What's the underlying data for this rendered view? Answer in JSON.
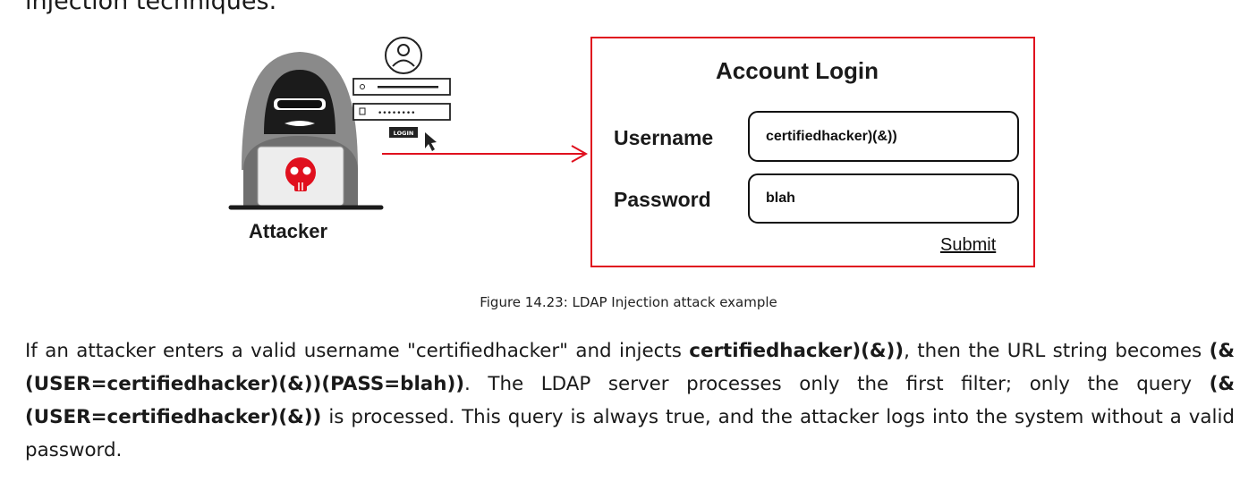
{
  "top_text": "injection techniques.",
  "figure": {
    "attacker_label": "Attacker",
    "login_button_text": "LOGIN",
    "login_form": {
      "title": "Account Login",
      "username_label": "Username",
      "username_value": "certifiedhacker)(&))",
      "password_label": "Password",
      "password_value": "blah",
      "submit_label": "Submit"
    },
    "caption": "Figure 14.23: LDAP Injection attack example"
  },
  "paragraph": {
    "s1": "If an attacker enters a valid username \"certifiedhacker\" and injects ",
    "b1": "certifiedhacker)(&))",
    "s2": ", then the URL string becomes ",
    "b2": "(&(USER=certifiedhacker)(&))(PASS=blah))",
    "s3": ". The LDAP server processes only the first filter; only the query ",
    "b3": "(&(USER=certifiedhacker)(&))",
    "s4": " is processed. This query is always true, and the attacker logs into the system without a valid password."
  },
  "colors": {
    "border_red": "#e0101e",
    "arrow_red": "#e0101e",
    "skull_red": "#e0101e"
  }
}
